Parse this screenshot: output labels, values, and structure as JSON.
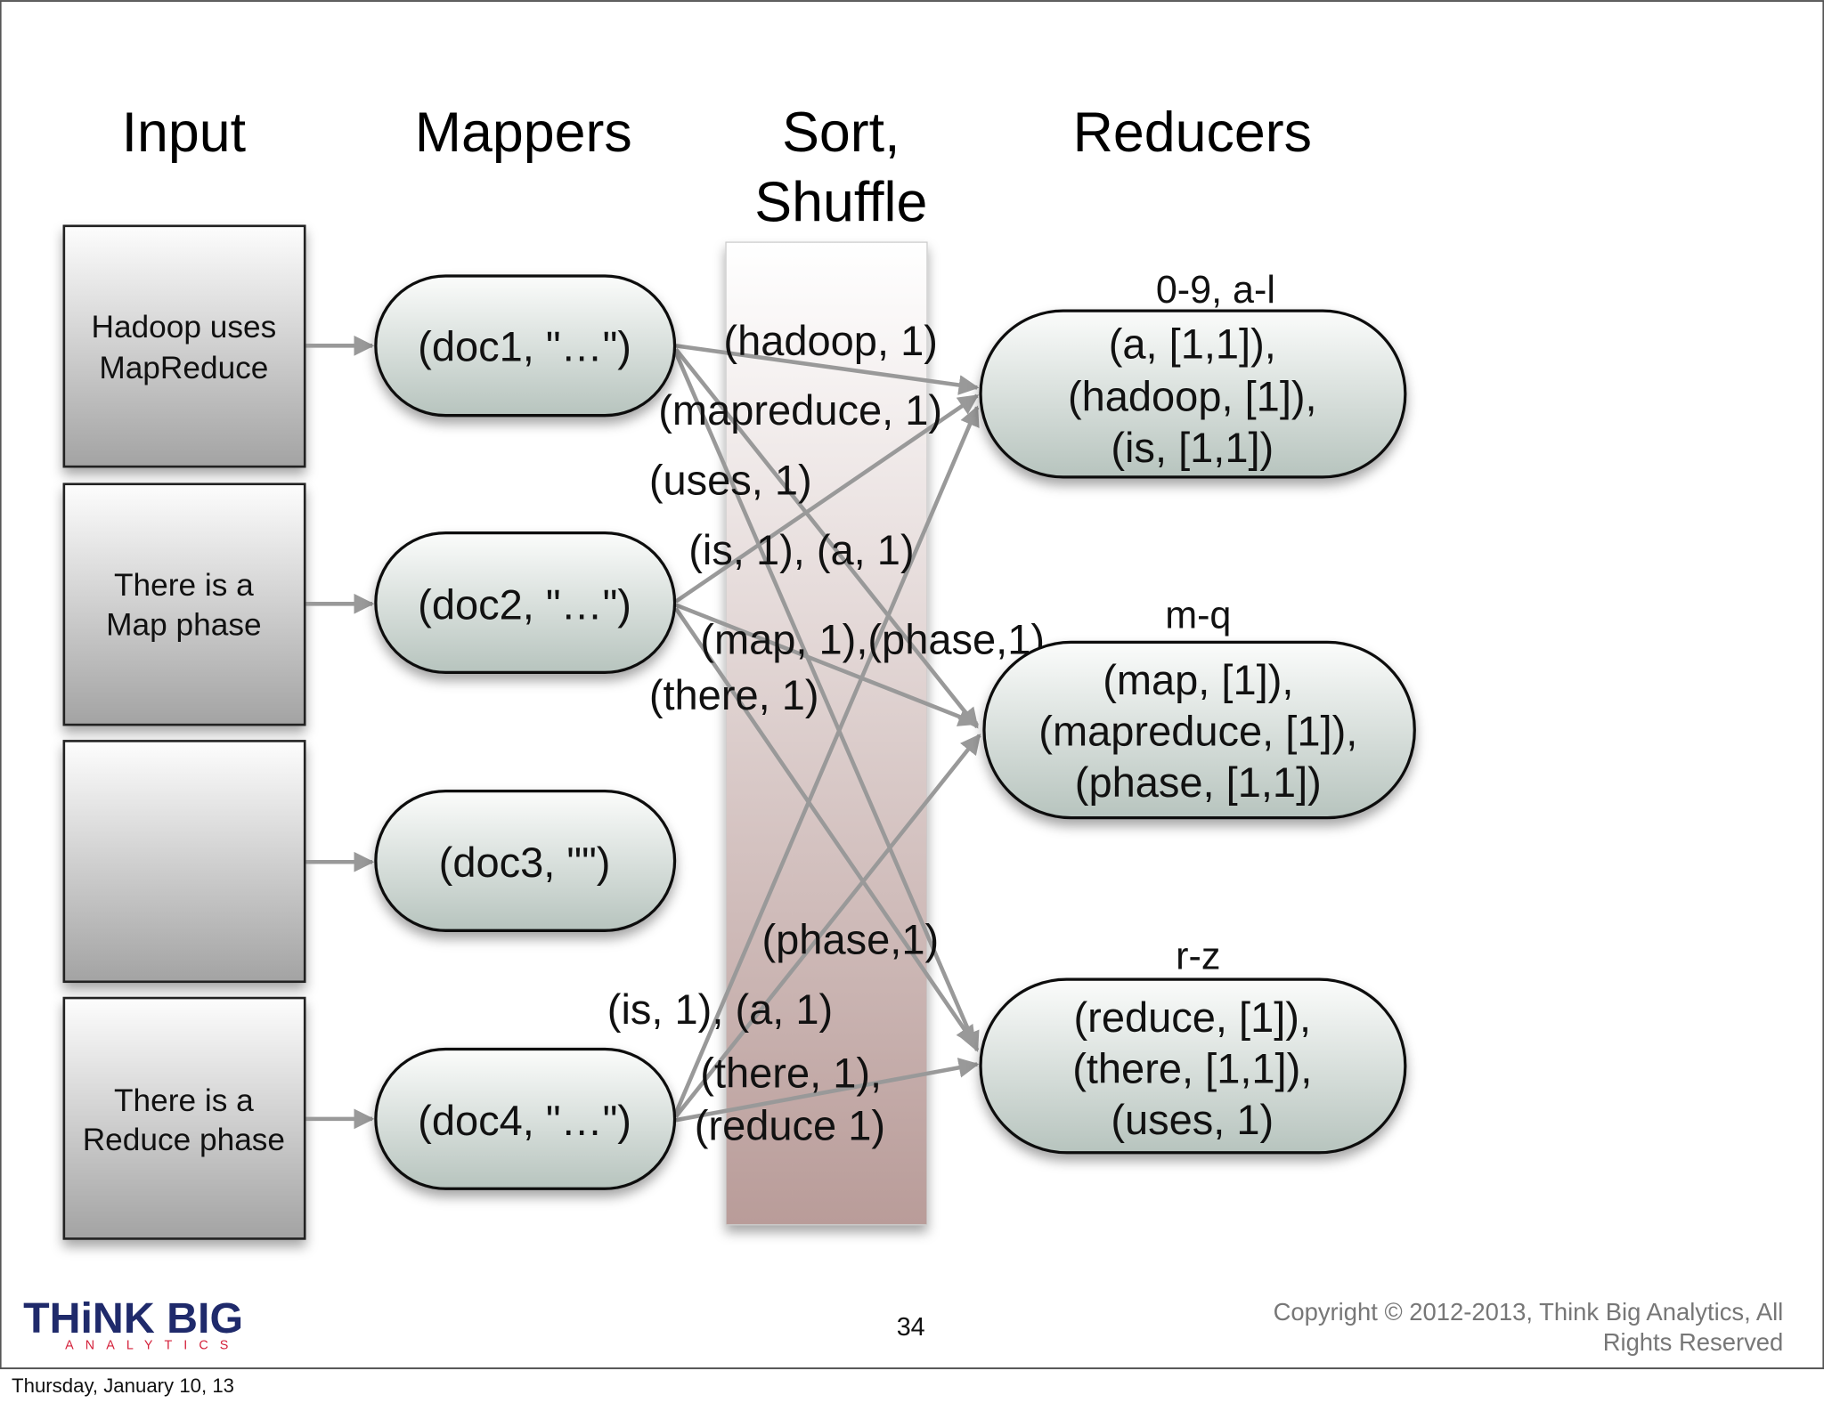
{
  "headers": {
    "input": "Input",
    "mappers": "Mappers",
    "sort_line1": "Sort,",
    "sort_line2": "Shuffle",
    "reducers": "Reducers"
  },
  "inputs": [
    {
      "line1": "Hadoop uses",
      "line2": "MapReduce"
    },
    {
      "line1": "There is a",
      "line2": "Map phase"
    },
    {
      "line1": "",
      "line2": ""
    },
    {
      "line1": "There is a",
      "line2": "Reduce phase"
    }
  ],
  "mappers": [
    "(doc1, \"…\")",
    "(doc2, \"…\")",
    "(doc3, \"\")",
    "(doc4, \"…\")"
  ],
  "reducers": [
    {
      "range": "0-9, a-l",
      "lines": [
        "(a, [1,1]),",
        "(hadoop, [1]),",
        "(is, [1,1])"
      ]
    },
    {
      "range": "m-q",
      "lines": [
        "(map, [1]),",
        "(mapreduce, [1]),",
        "(phase, [1,1])"
      ]
    },
    {
      "range": "r-z",
      "lines": [
        "(reduce, [1]),",
        "(there, [1,1]),",
        "(uses, 1)"
      ]
    }
  ],
  "pairs": {
    "doc1": [
      "(hadoop, 1)",
      "(mapreduce, 1)",
      "(uses, 1)"
    ],
    "doc2": [
      "(is, 1), (a, 1)",
      "(map, 1),(phase,1)",
      "(there, 1)"
    ],
    "doc4": [
      "(phase,1)",
      "(is, 1), (a, 1)",
      "(there, 1),",
      "(reduce 1)"
    ]
  },
  "footer": {
    "logo_main": "THiNK BIG",
    "logo_sub": "ANALYTICS",
    "page_number": "34",
    "copyright_line1": "Copyright © 2012-2013, Think Big Analytics, All",
    "copyright_line2": "Rights Reserved",
    "date": "Thursday, January 10, 13"
  },
  "colors": {
    "logo_blue": "#1f2a6b",
    "logo_red": "#d4203a",
    "arrow": "#999999"
  }
}
